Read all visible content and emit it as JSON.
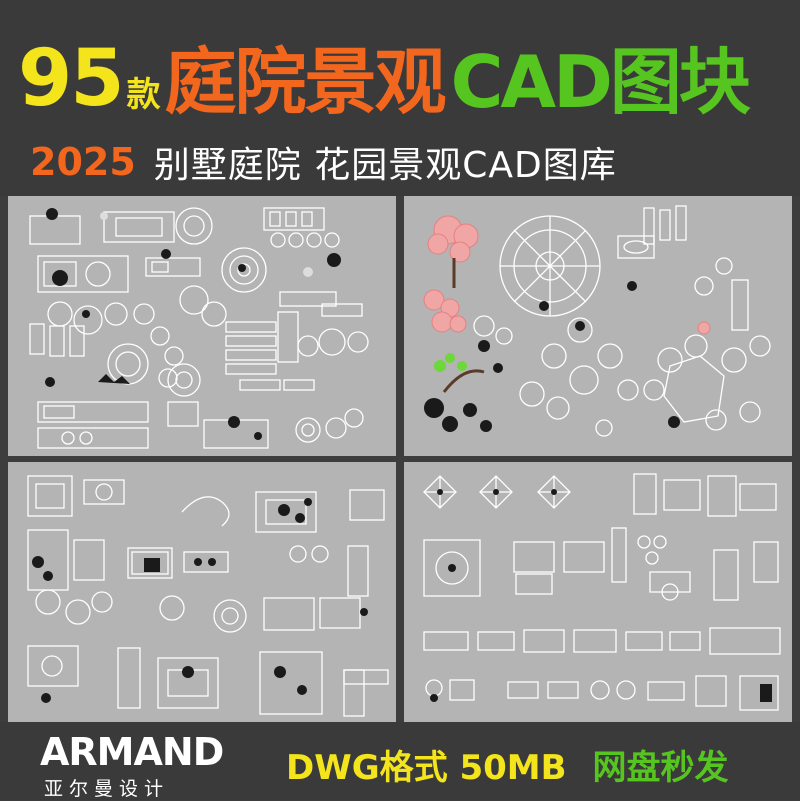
{
  "header": {
    "count": "95",
    "count_unit": "款",
    "title_main": "庭院景观",
    "title_cad": "CAD图块",
    "year": "2025",
    "subtitle": "别墅庭院 花园景观CAD图库"
  },
  "colors": {
    "yellow": "#f3e41c",
    "orange": "#f2661e",
    "green": "#56c51f",
    "background": "#3a3a3a",
    "panel": "#b4b4b4"
  },
  "panels": [
    {
      "id": "panel-1"
    },
    {
      "id": "panel-2"
    },
    {
      "id": "panel-3"
    },
    {
      "id": "panel-4"
    }
  ],
  "footer": {
    "logo": "ARMAND",
    "logo_sub": "亚尔曼设计",
    "format": "DWG格式 50MB",
    "delivery": "网盘秒发"
  }
}
